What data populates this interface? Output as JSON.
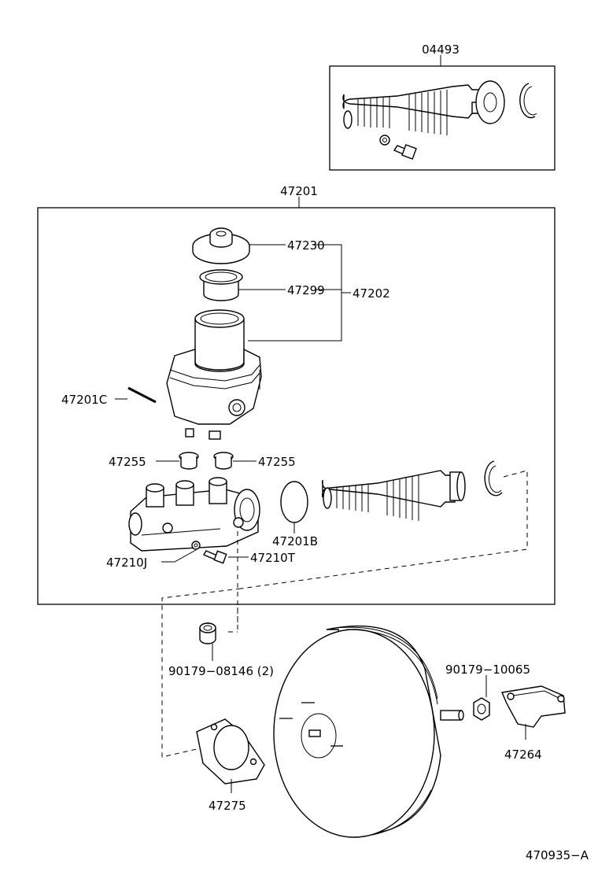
{
  "labels": {
    "kit_04493": "04493",
    "assy_47201": "47201",
    "cap_47230": "47230",
    "strainer_47299": "47299",
    "reservoir_47202": "47202",
    "pin_47201C": "47201C",
    "grommet_47255_left": "47255",
    "grommet_47255_right": "47255",
    "oring_47201B": "47201B",
    "screw_47210J": "47210J",
    "bolt_47210T": "47210T",
    "nut_90179_08146": "90179−08146 (2)",
    "nut_90179_10065": "90179−10065",
    "bracket_47264": "47264",
    "gasket_47275": "47275",
    "figure_code": "470935−A"
  }
}
